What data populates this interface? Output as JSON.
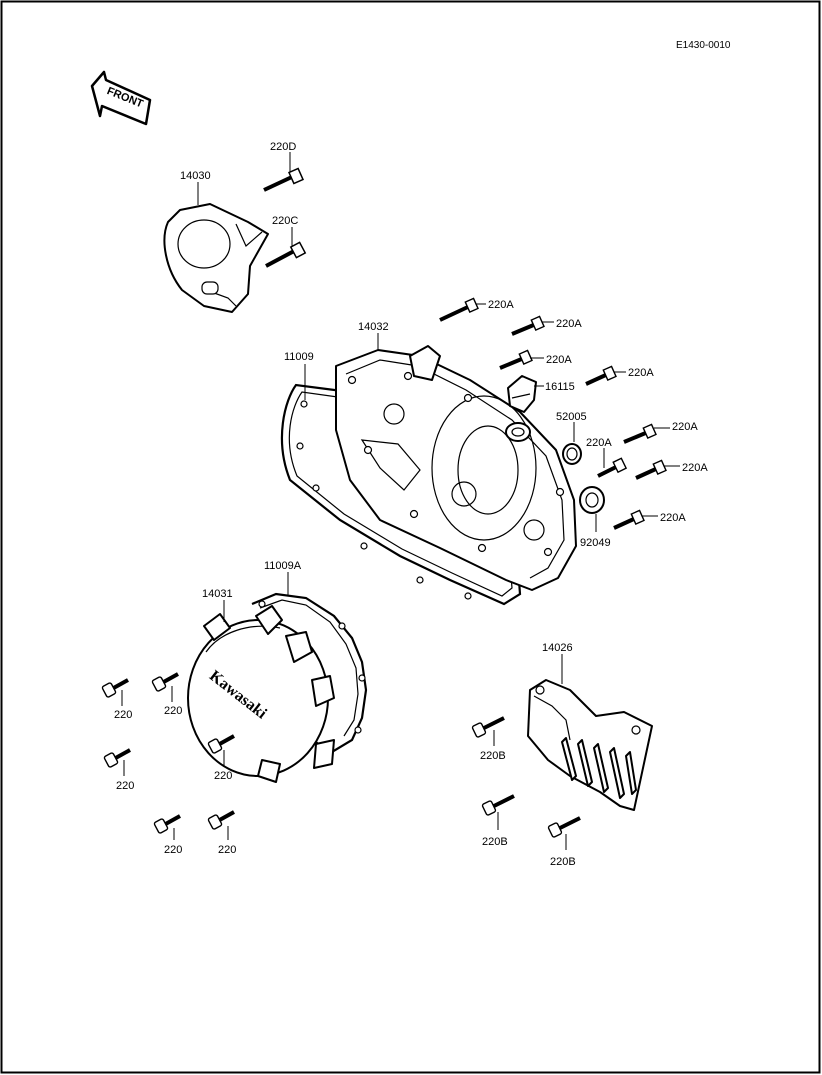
{
  "diagram_code": "E1430-0010",
  "front_label": "FRONT",
  "brand_text": "Kawasaki",
  "callouts": {
    "c14030": "14030",
    "c220D": "220D",
    "c220C": "220C",
    "c14032": "14032",
    "c11009": "11009",
    "c220A_1": "220A",
    "c220A_2": "220A",
    "c220A_3": "220A",
    "c220A_4": "220A",
    "c220A_5": "220A",
    "c220A_6": "220A",
    "c220A_7": "220A",
    "c220A_8": "220A",
    "c16115": "16115",
    "c52005": "52005",
    "c92049": "92049",
    "c11009A": "11009A",
    "c14031": "14031",
    "c14026": "14026",
    "c220_1": "220",
    "c220_2": "220",
    "c220_3": "220",
    "c220_4": "220",
    "c220_5": "220",
    "c220_6": "220",
    "c220B_1": "220B",
    "c220B_2": "220B",
    "c220B_3": "220B"
  }
}
